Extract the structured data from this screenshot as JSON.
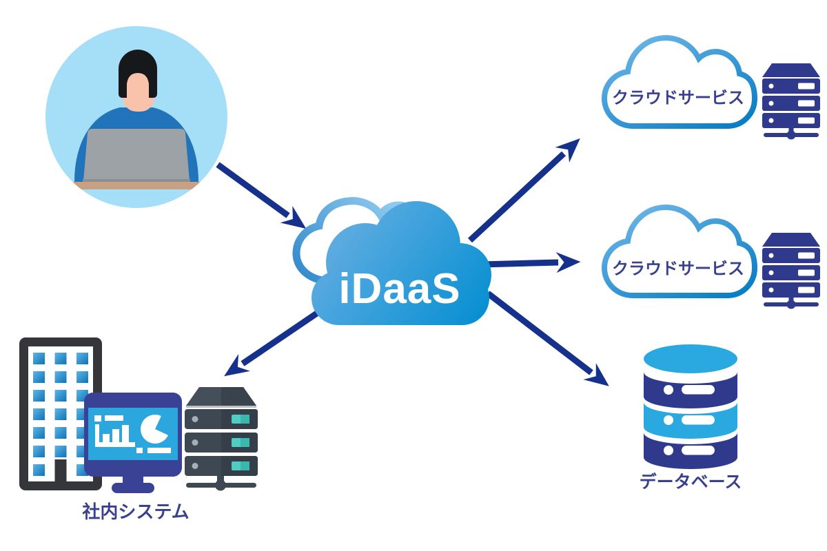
{
  "idaas_cloud": {
    "label": "iDaaS",
    "icon": "cloud-icon"
  },
  "user": {
    "icon": "person-at-laptop-avatar"
  },
  "cloud_service_1": {
    "label": "クラウドサービス",
    "icon": "server-rack-icon"
  },
  "cloud_service_2": {
    "label": "クラウドサービス",
    "icon": "server-rack-icon"
  },
  "database": {
    "label": "データベース",
    "icon": "database-cylinder-icon"
  },
  "internal_system": {
    "label": "社内システム",
    "icons": [
      "office-building-icon",
      "dashboard-monitor-icon",
      "server-rack-icon"
    ]
  },
  "arrows": [
    {
      "from": "user",
      "to": "idaas_cloud"
    },
    {
      "from": "idaas_cloud",
      "to": "cloud_service_1"
    },
    {
      "from": "idaas_cloud",
      "to": "cloud_service_2"
    },
    {
      "from": "idaas_cloud",
      "to": "database"
    },
    {
      "from": "idaas_cloud",
      "to": "internal_system"
    }
  ],
  "colors": {
    "background": "#FFFFFF",
    "arrow_navy": "#16318C",
    "icon_navy": "#303A8C",
    "label_navy": "#39418F",
    "light_blue": "#29A9E0",
    "cloud_gradient_start": "#6CB0E3",
    "cloud_gradient_end": "#0890D2",
    "cloud_outline_start": "#74BAEA",
    "cloud_outline_end": "#0B7FC5",
    "avatar_background": "#A5DFF7",
    "shirt_blue": "#2173BA",
    "skin": "#F8C3AA",
    "laptop_gray": "#9DA2A7",
    "desk_tan": "#C9A182",
    "building_charcoal": "#35363A",
    "server_slate": "#3E4853",
    "server_light_teal": "#52CCC3"
  }
}
